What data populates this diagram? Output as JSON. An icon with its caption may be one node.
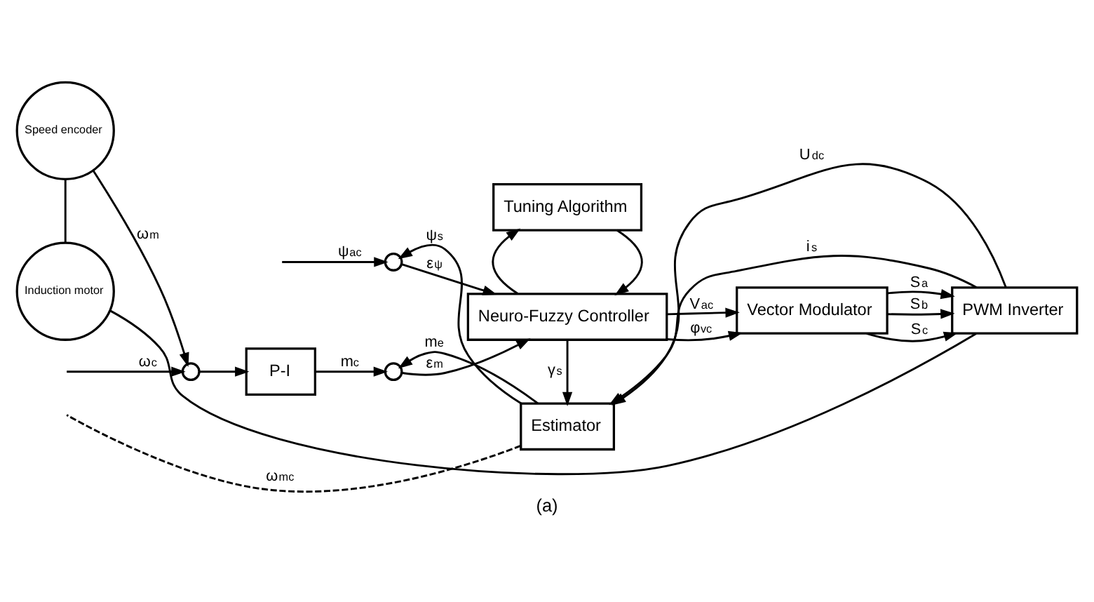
{
  "diagram": {
    "caption": "(a)",
    "nodes": [
      {
        "text": [
          "Tuning Algorithm"
        ]
      },
      {
        "text": [
          "Neuro-Fuzzy Controller"
        ]
      },
      {
        "text": [
          "Vector Modulator"
        ]
      },
      {
        "text": [
          "PWM Inverter"
        ]
      },
      {
        "text": [
          "P-I"
        ]
      },
      {
        "text": [
          "Estimator"
        ]
      },
      {
        "text": [],
        "shape": "circle"
      },
      {
        "text": [],
        "shape": "circle"
      },
      {
        "text": [],
        "shape": "circle"
      },
      {
        "text": [
          "Induction motor"
        ]
      },
      {
        "text": [
          "Speed encoder"
        ]
      }
    ],
    "edges": [
      {
        "from": null,
        "to": 6,
        "arrow": "to",
        "label": "ψ$_{ac}$"
      },
      {
        "from": 6,
        "to": 1,
        "arrow": "to",
        "label": "ε$_{ψ}$"
      },
      {
        "from": null,
        "to": 8,
        "arrow": "to",
        "label": "ω$_{c}$"
      },
      {
        "from": 8,
        "to": 4,
        "arrow": "to"
      },
      {
        "from": 4,
        "to": 7,
        "arrow": "to",
        "label": "m$_{c}$"
      },
      {
        "from": 7,
        "to": 1,
        "arrow": "to",
        "label": "ε$_{m}$"
      },
      {
        "from": 0,
        "to": 1,
        "arrow": "to"
      },
      {
        "from": 1,
        "to": 0,
        "arrow": "to"
      },
      {
        "from": 1,
        "to": 2,
        "arrow": "to",
        "label": "V$_{ac}$"
      },
      {
        "from": 1,
        "to": 2,
        "arrow": "to",
        "label": "φ$_{vc}$"
      },
      {
        "from": 2,
        "to": 3,
        "arrow": "to",
        "label": "S$_{a}$"
      },
      {
        "from": 2,
        "to": 3,
        "arrow": "to",
        "label": "S$_{b}$"
      },
      {
        "from": 2,
        "to": 3,
        "arrow": "to",
        "label": "S$_{c}$"
      },
      {
        "from": 1,
        "to": 5,
        "arrow": "to",
        "label": "γ$_{s}$"
      },
      {
        "from": 3,
        "to": 5,
        "arrow": "to",
        "label": "U$_{dc}$"
      },
      {
        "from": 3,
        "to": 5,
        "arrow": "to",
        "label": "i$_{s}$"
      },
      {
        "from": 5,
        "to": 6,
        "arrow": "to",
        "label": "ψ$_{s}$"
      },
      {
        "from": 5,
        "to": 7,
        "arrow": "to",
        "label": "m$_{e}$"
      },
      {
        "from": 5,
        "to": null,
        "arrow": "none",
        "style": "dashed",
        "label": "ω$_{mc}$"
      },
      {
        "from": 3,
        "to": 9,
        "arrow": "none"
      },
      {
        "from": 9,
        "to": 10,
        "arrow": "none"
      },
      {
        "from": 10,
        "to": 8,
        "arrow": "to",
        "label": "ω$_{m}$"
      }
    ]
  }
}
